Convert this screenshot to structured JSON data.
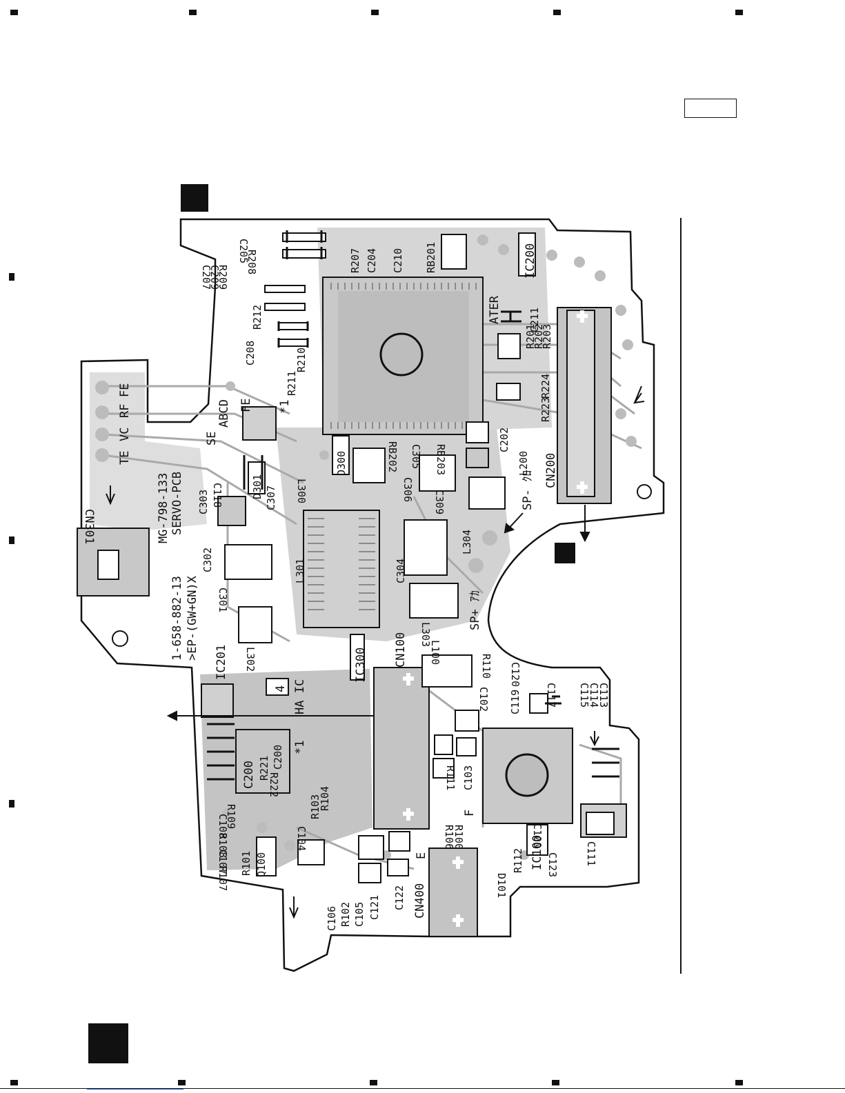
{
  "board": {
    "model_code": "MG-798-133",
    "board_name": "SERVO-PCB",
    "board_id": "1-658-882-13",
    "variant": ">EP-(GW+GN)X",
    "test_points": [
      "TE",
      "VC",
      "RF",
      "FE"
    ],
    "pad_groups": [
      "SE",
      "ABCD",
      "FE"
    ]
  },
  "chips": {
    "ic200": "IC200",
    "ic300": "IC300",
    "ic100": "IC100",
    "ic201": "IC201",
    "c200_box": "C200"
  },
  "connectors": [
    "CN301",
    "CN200",
    "CN100",
    "CN400"
  ],
  "labels": {
    "haic": "HA IC",
    "haic_num": "4",
    "star1": "*1",
    "speaker_plus": "SP+ ｱｶ",
    "speaker_minus": "SP- ｸﾛ",
    "ater": "ATER",
    "e_pad": "E",
    "f_pad": "F"
  },
  "components_top": [
    "R208",
    "C205",
    "R207",
    "C204",
    "C210",
    "RB201",
    "R209",
    "C209",
    "C207",
    "R212",
    "C208",
    "R211",
    "R210",
    "C211",
    "R203",
    "R202",
    "R201",
    "R224",
    "R223",
    "C202",
    "L200"
  ],
  "components_mid": [
    "C118",
    "D301",
    "C303",
    "C307",
    "L300",
    "D300",
    "RB202",
    "C305",
    "RB203",
    "C306",
    "C309",
    "L301",
    "C302",
    "C301",
    "L302",
    "C304",
    "L304",
    "L303"
  ],
  "components_bottom": [
    "L100",
    "R110",
    "C120",
    "C102",
    "C119",
    "C117",
    "C115",
    "C114",
    "C113",
    "R221",
    "R222",
    "C200",
    "R103",
    "R104",
    "R111",
    "C103",
    "R109",
    "C108",
    "R108",
    "C107",
    "R107",
    "R101",
    "Q100",
    "C104",
    "C106",
    "R102",
    "C105",
    "C121",
    "C122",
    "R100",
    "R106",
    "R112",
    "C100",
    "C123",
    "C111",
    "D101"
  ]
}
